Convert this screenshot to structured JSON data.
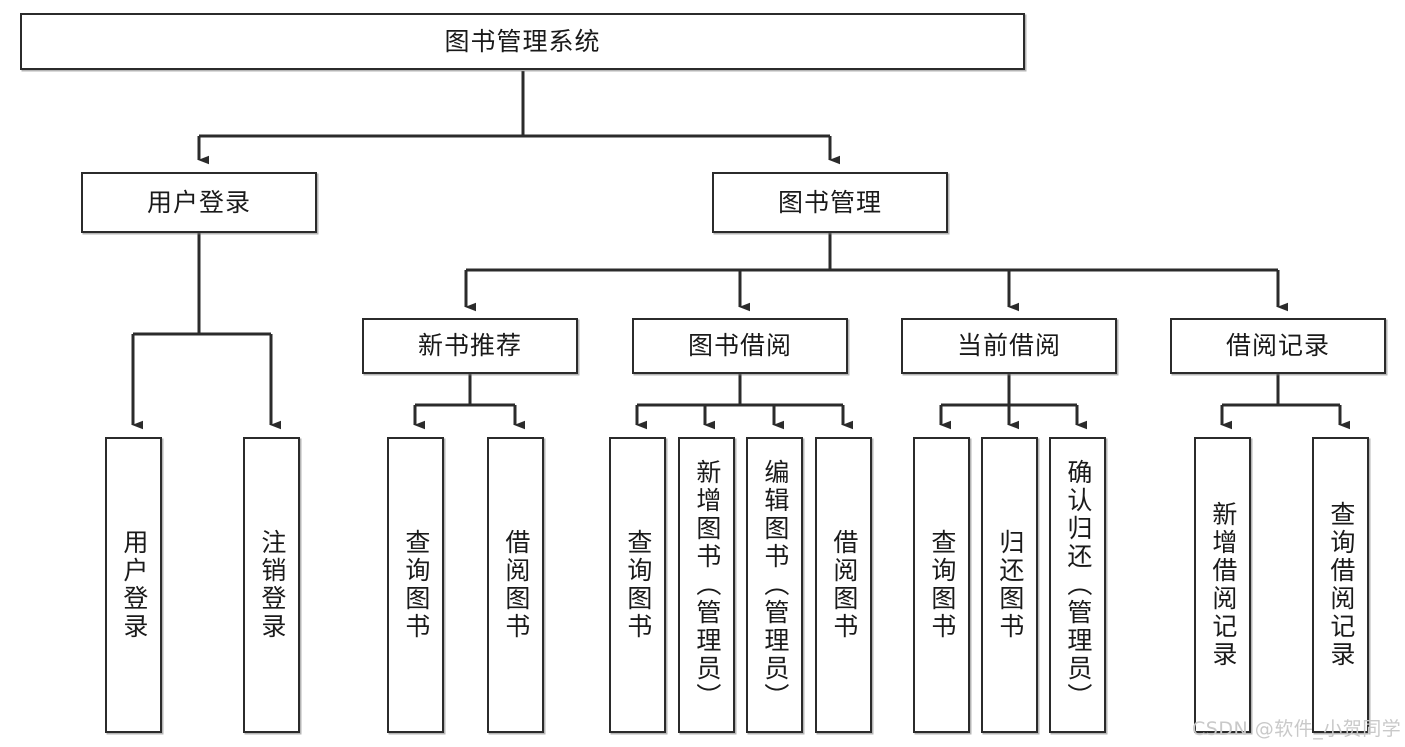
{
  "diagram": {
    "title": "图书管理系统",
    "type": "hierarchy-tree",
    "root": {
      "id": "root",
      "label": "图书管理系统"
    },
    "level2": [
      {
        "id": "user-login",
        "label": "用户登录"
      },
      {
        "id": "book-manage",
        "label": "图书管理"
      }
    ],
    "level3": [
      {
        "id": "new-book-recommend",
        "label": "新书推荐",
        "parent": "book-manage"
      },
      {
        "id": "book-borrow",
        "label": "图书借阅",
        "parent": "book-manage"
      },
      {
        "id": "current-borrow",
        "label": "当前借阅",
        "parent": "book-manage"
      },
      {
        "id": "borrow-record",
        "label": "借阅记录",
        "parent": "book-manage"
      }
    ],
    "leaves": {
      "user_login": [
        {
          "id": "leaf-user-login",
          "label": "用户登录"
        },
        {
          "id": "leaf-logout",
          "label": "注销登录"
        }
      ],
      "new_book_recommend": [
        {
          "id": "leaf-query-book-1",
          "label": "查询图书"
        },
        {
          "id": "leaf-borrow-book-1",
          "label": "借阅图书"
        }
      ],
      "book_borrow": [
        {
          "id": "leaf-query-book-2",
          "label": "查询图书"
        },
        {
          "id": "leaf-add-book",
          "label": "新增图书（管理员）"
        },
        {
          "id": "leaf-edit-book",
          "label": "编辑图书（管理员）"
        },
        {
          "id": "leaf-borrow-book-2",
          "label": "借阅图书"
        }
      ],
      "current_borrow": [
        {
          "id": "leaf-query-book-3",
          "label": "查询图书"
        },
        {
          "id": "leaf-return-book",
          "label": "归还图书"
        },
        {
          "id": "leaf-confirm-return",
          "label": "确认归还（管理员）"
        }
      ],
      "borrow_record": [
        {
          "id": "leaf-add-record",
          "label": "新增借阅记录"
        },
        {
          "id": "leaf-query-record",
          "label": "查询借阅记录"
        }
      ]
    }
  },
  "watermark": {
    "text": "CSDN @软件_小贺同学"
  },
  "colors": {
    "border": "#2b2b2b",
    "background": "#ffffff",
    "text": "#1a1a1a",
    "watermark": "#c9c9c9"
  }
}
